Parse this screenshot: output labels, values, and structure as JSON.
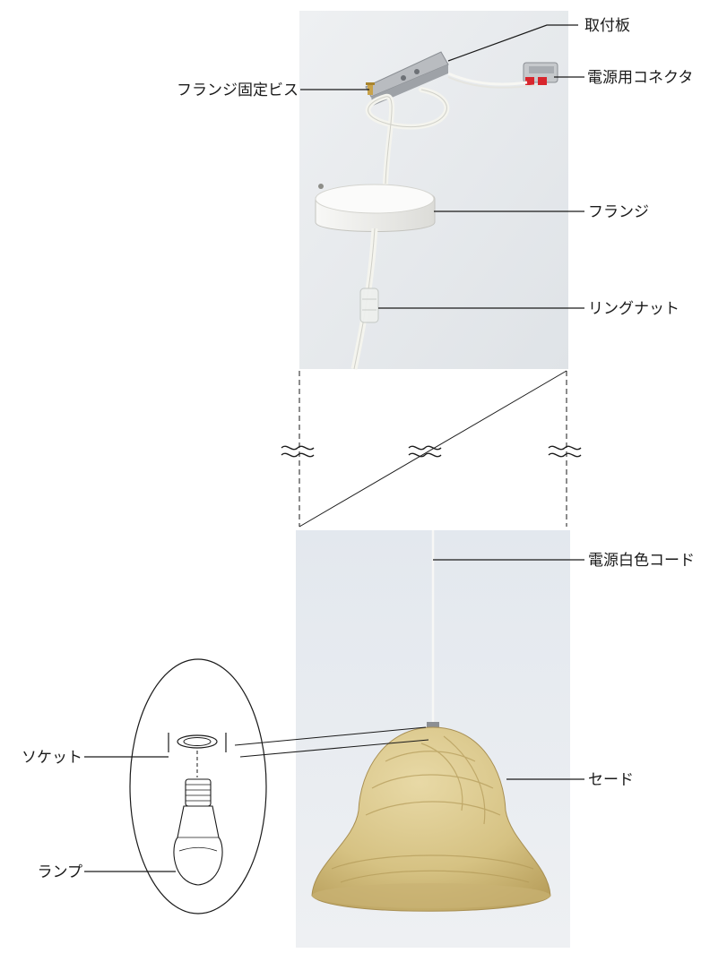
{
  "labels": {
    "mounting_plate": "取付板",
    "power_connector": "電源用コネクタ",
    "flange_screw": "フランジ固定ビス",
    "flange": "フランジ",
    "ring_nut": "リングナット",
    "power_cord": "電源白色コード",
    "socket": "ソケット",
    "shade": "セード",
    "lamp": "ランプ"
  },
  "colors": {
    "photo_background": "#e9ecef",
    "wood": "#d8c58a",
    "wood_grain": "#b89f5c",
    "flange": "#f4f4f2",
    "connector_red": "#d8262d",
    "line": "#1a1a1a"
  }
}
